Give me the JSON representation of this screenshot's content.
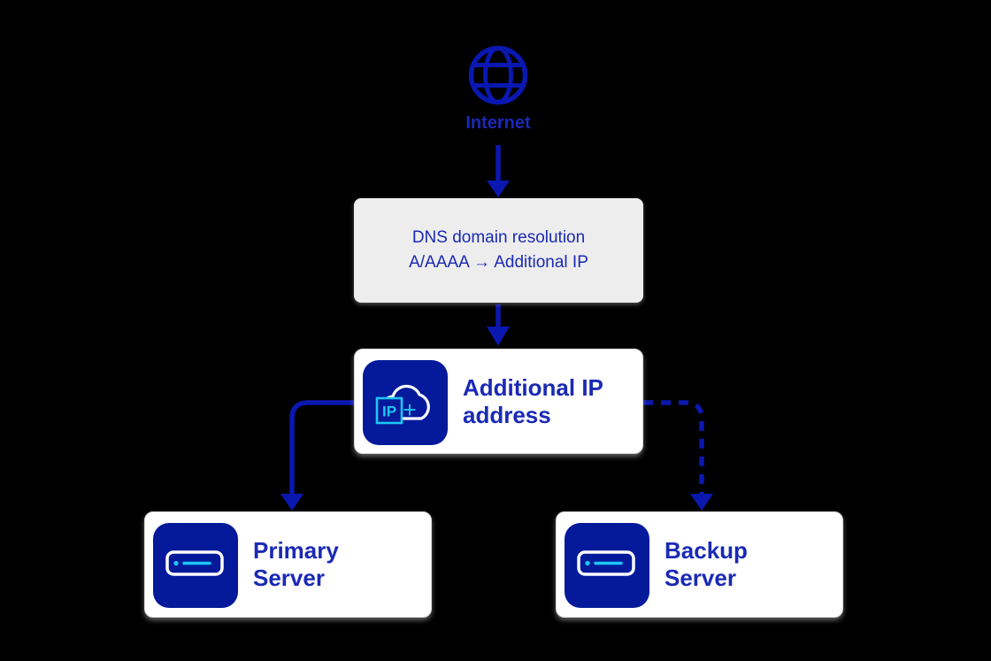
{
  "title": "Additional IP DNS resolution diagram",
  "colors": {
    "background": "#000000",
    "line_navy": "#0a18b0",
    "icon_background": "#041a9b",
    "label_text": "#1a29b5",
    "cyan_accent": "#1ec6f2",
    "dns_box_background": "#ededed",
    "node_box_background": "#ffffff",
    "node_box_border": "#d9d9d9",
    "icon_stroke": "#ffffff"
  },
  "nodes": {
    "internet": {
      "label": "Internet",
      "icon": "globe-icon"
    },
    "dns": {
      "line1": "DNS domain resolution",
      "line2": "A/AAAA → Additional IP"
    },
    "additional_ip": {
      "label_line1": "Additional IP",
      "label_line2": "address",
      "icon": "ip-plus-cloud-icon",
      "ip_badge_text": "IP",
      "plus_sign": "+"
    },
    "primary_server": {
      "label_line1": "Primary",
      "label_line2": "Server",
      "icon": "server-icon"
    },
    "backup_server": {
      "label_line1": "Backup",
      "label_line2": "Server",
      "icon": "server-icon"
    }
  },
  "connectors": [
    {
      "from": "internet",
      "to": "dns",
      "style": "solid-arrow"
    },
    {
      "from": "dns",
      "to": "additional_ip",
      "style": "solid-arrow"
    },
    {
      "from": "additional_ip",
      "to": "primary_server",
      "style": "solid-arrow"
    },
    {
      "from": "additional_ip",
      "to": "backup_server",
      "style": "dashed-arrow"
    }
  ]
}
